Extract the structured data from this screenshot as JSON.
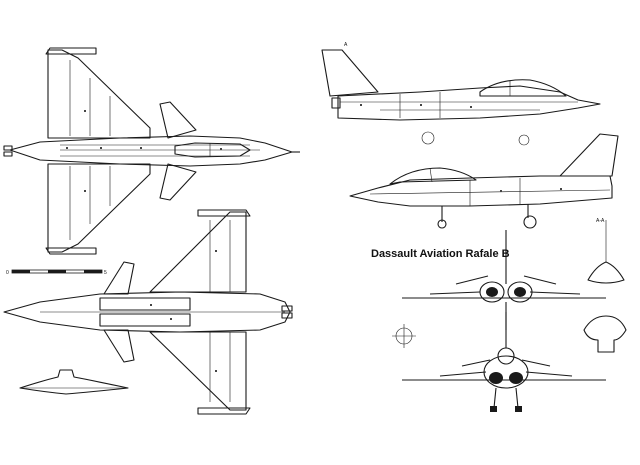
{
  "title": "Dassault Aviation Rafale B",
  "scale_bar": {
    "start_label": "0",
    "end_label": "5"
  },
  "section_labels": {
    "tail_top": "A",
    "side_view": "A-A"
  }
}
